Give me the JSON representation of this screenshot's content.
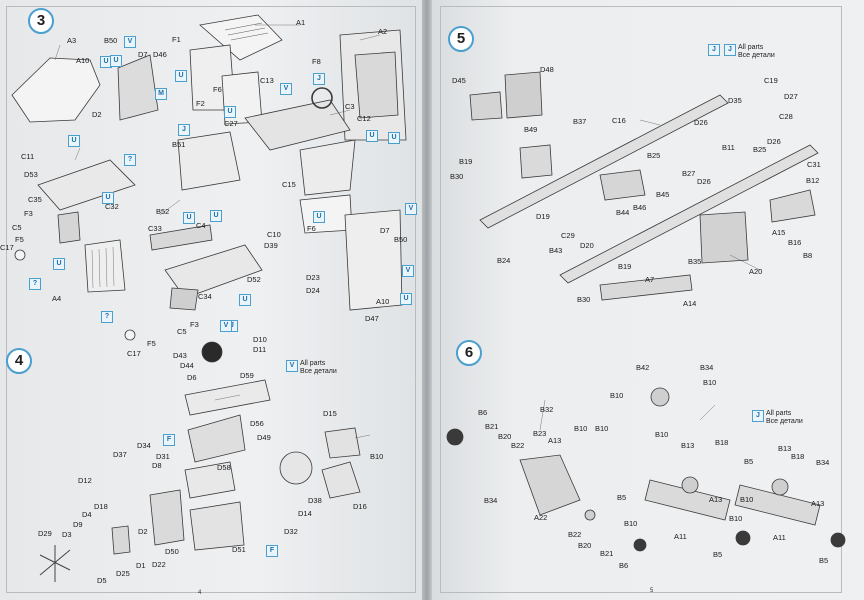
{
  "pages": {
    "left_number": "4",
    "right_number": "5"
  },
  "steps": {
    "s3": "3",
    "s4": "4",
    "s5": "5",
    "s6": "6"
  },
  "allparts": {
    "line1": "All parts",
    "line2": "Все детали",
    "tag": "V",
    "tag_j": "J"
  },
  "labels": {
    "a3": "A3",
    "a10": "A10",
    "b50": "B50",
    "d7": "D7",
    "d46": "D46",
    "f1": "F1",
    "a1": "A1",
    "a2": "A2",
    "f8": "F8",
    "f6": "F6",
    "f2": "F2",
    "c13": "C13",
    "c27": "C27",
    "c3": "C3",
    "c12": "C12",
    "d2": "D2",
    "c11": "C11",
    "b51": "B51",
    "d53": "D53",
    "c35": "C35",
    "c32": "C32",
    "b52": "B52",
    "c5": "C5",
    "f3": "F3",
    "f5": "F5",
    "c17": "C17",
    "c33": "C33",
    "c4": "C4",
    "c15": "C15",
    "c10": "C10",
    "d39": "D39",
    "f6b": "F6",
    "d7b": "D7",
    "b50b": "B50",
    "d23": "D23",
    "d24": "D24",
    "a4": "A4",
    "d52": "D52",
    "c34": "C34",
    "a10b": "A10",
    "d47": "D47",
    "f3b": "F3",
    "c5b": "C5",
    "f5b": "F5",
    "c17b": "C17",
    "d10": "D10",
    "d11": "D11",
    "d43": "D43",
    "d44": "D44",
    "d6": "D6",
    "d59": "D59",
    "d15": "D15",
    "b10": "B10",
    "d56": "D56",
    "d49": "D49",
    "d34": "D34",
    "d37": "D37",
    "d31": "D31",
    "d8": "D8",
    "d58": "D58",
    "d12": "D12",
    "d18": "D18",
    "d4": "D4",
    "d9": "D9",
    "d3": "D3",
    "d29": "D29",
    "d2b": "D2",
    "d22": "D22",
    "d50": "D50",
    "d1": "D1",
    "d25": "D25",
    "d5": "D5",
    "d51": "D51",
    "d32": "D32",
    "d38": "D38",
    "d14": "D14",
    "d16": "D16",
    "d45": "D45",
    "d48": "D48",
    "c19": "C19",
    "d27": "D27",
    "d35": "D35",
    "c28": "C28",
    "b37": "B37",
    "c16": "C16",
    "b49": "B49",
    "d26": "D26",
    "d26b": "D26",
    "b11": "B11",
    "b25": "B25",
    "b19": "B19",
    "b30": "B30",
    "b25b": "B25",
    "b27": "B27",
    "d26c": "D26",
    "c31": "C31",
    "b12": "B12",
    "b45": "B45",
    "b44": "B44",
    "b46": "B46",
    "d19": "D19",
    "c29": "C29",
    "a15": "A15",
    "b16": "B16",
    "b8": "B8",
    "b43": "B43",
    "d20": "D20",
    "b24": "B24",
    "b19b": "B19",
    "b35": "B35",
    "a20": "A20",
    "a7": "A7",
    "b30b": "B30",
    "a14": "A14",
    "b42": "B42",
    "b34": "B34",
    "b10a": "B10",
    "b10b": "B10",
    "b32": "B32",
    "b6": "B6",
    "b21": "B21",
    "b20": "B20",
    "b23": "B23",
    "b22": "B22",
    "a13": "A13",
    "b10c": "B10",
    "b10d": "B10",
    "b13": "B13",
    "b18": "B18",
    "b5": "B5",
    "b34b": "B34",
    "a22": "A22",
    "b5b": "B5",
    "a13b": "A13",
    "b10e": "B10",
    "b13b": "B13",
    "b18b": "B18",
    "b34c": "B34",
    "a13c": "A13",
    "b22b": "B22",
    "b20b": "B20",
    "b21b": "B21",
    "b6b": "B6",
    "a11": "A11",
    "a11b": "A11",
    "b5c": "B5",
    "b5d": "B5",
    "b10f": "B10",
    "b10g": "B10",
    "b10h": "B10"
  },
  "tags": [
    "U",
    "V",
    "M",
    "J",
    "U",
    "U",
    "V",
    "J",
    "U",
    "U",
    "U",
    "U",
    "F",
    "F",
    "J",
    "U",
    "V",
    "U",
    "U",
    "?",
    "U",
    "?",
    "U",
    "J",
    "U",
    "V",
    "V",
    "U",
    "?"
  ],
  "colors": {
    "accent": "#4a9fcf",
    "ink": "#1a1a1a"
  }
}
